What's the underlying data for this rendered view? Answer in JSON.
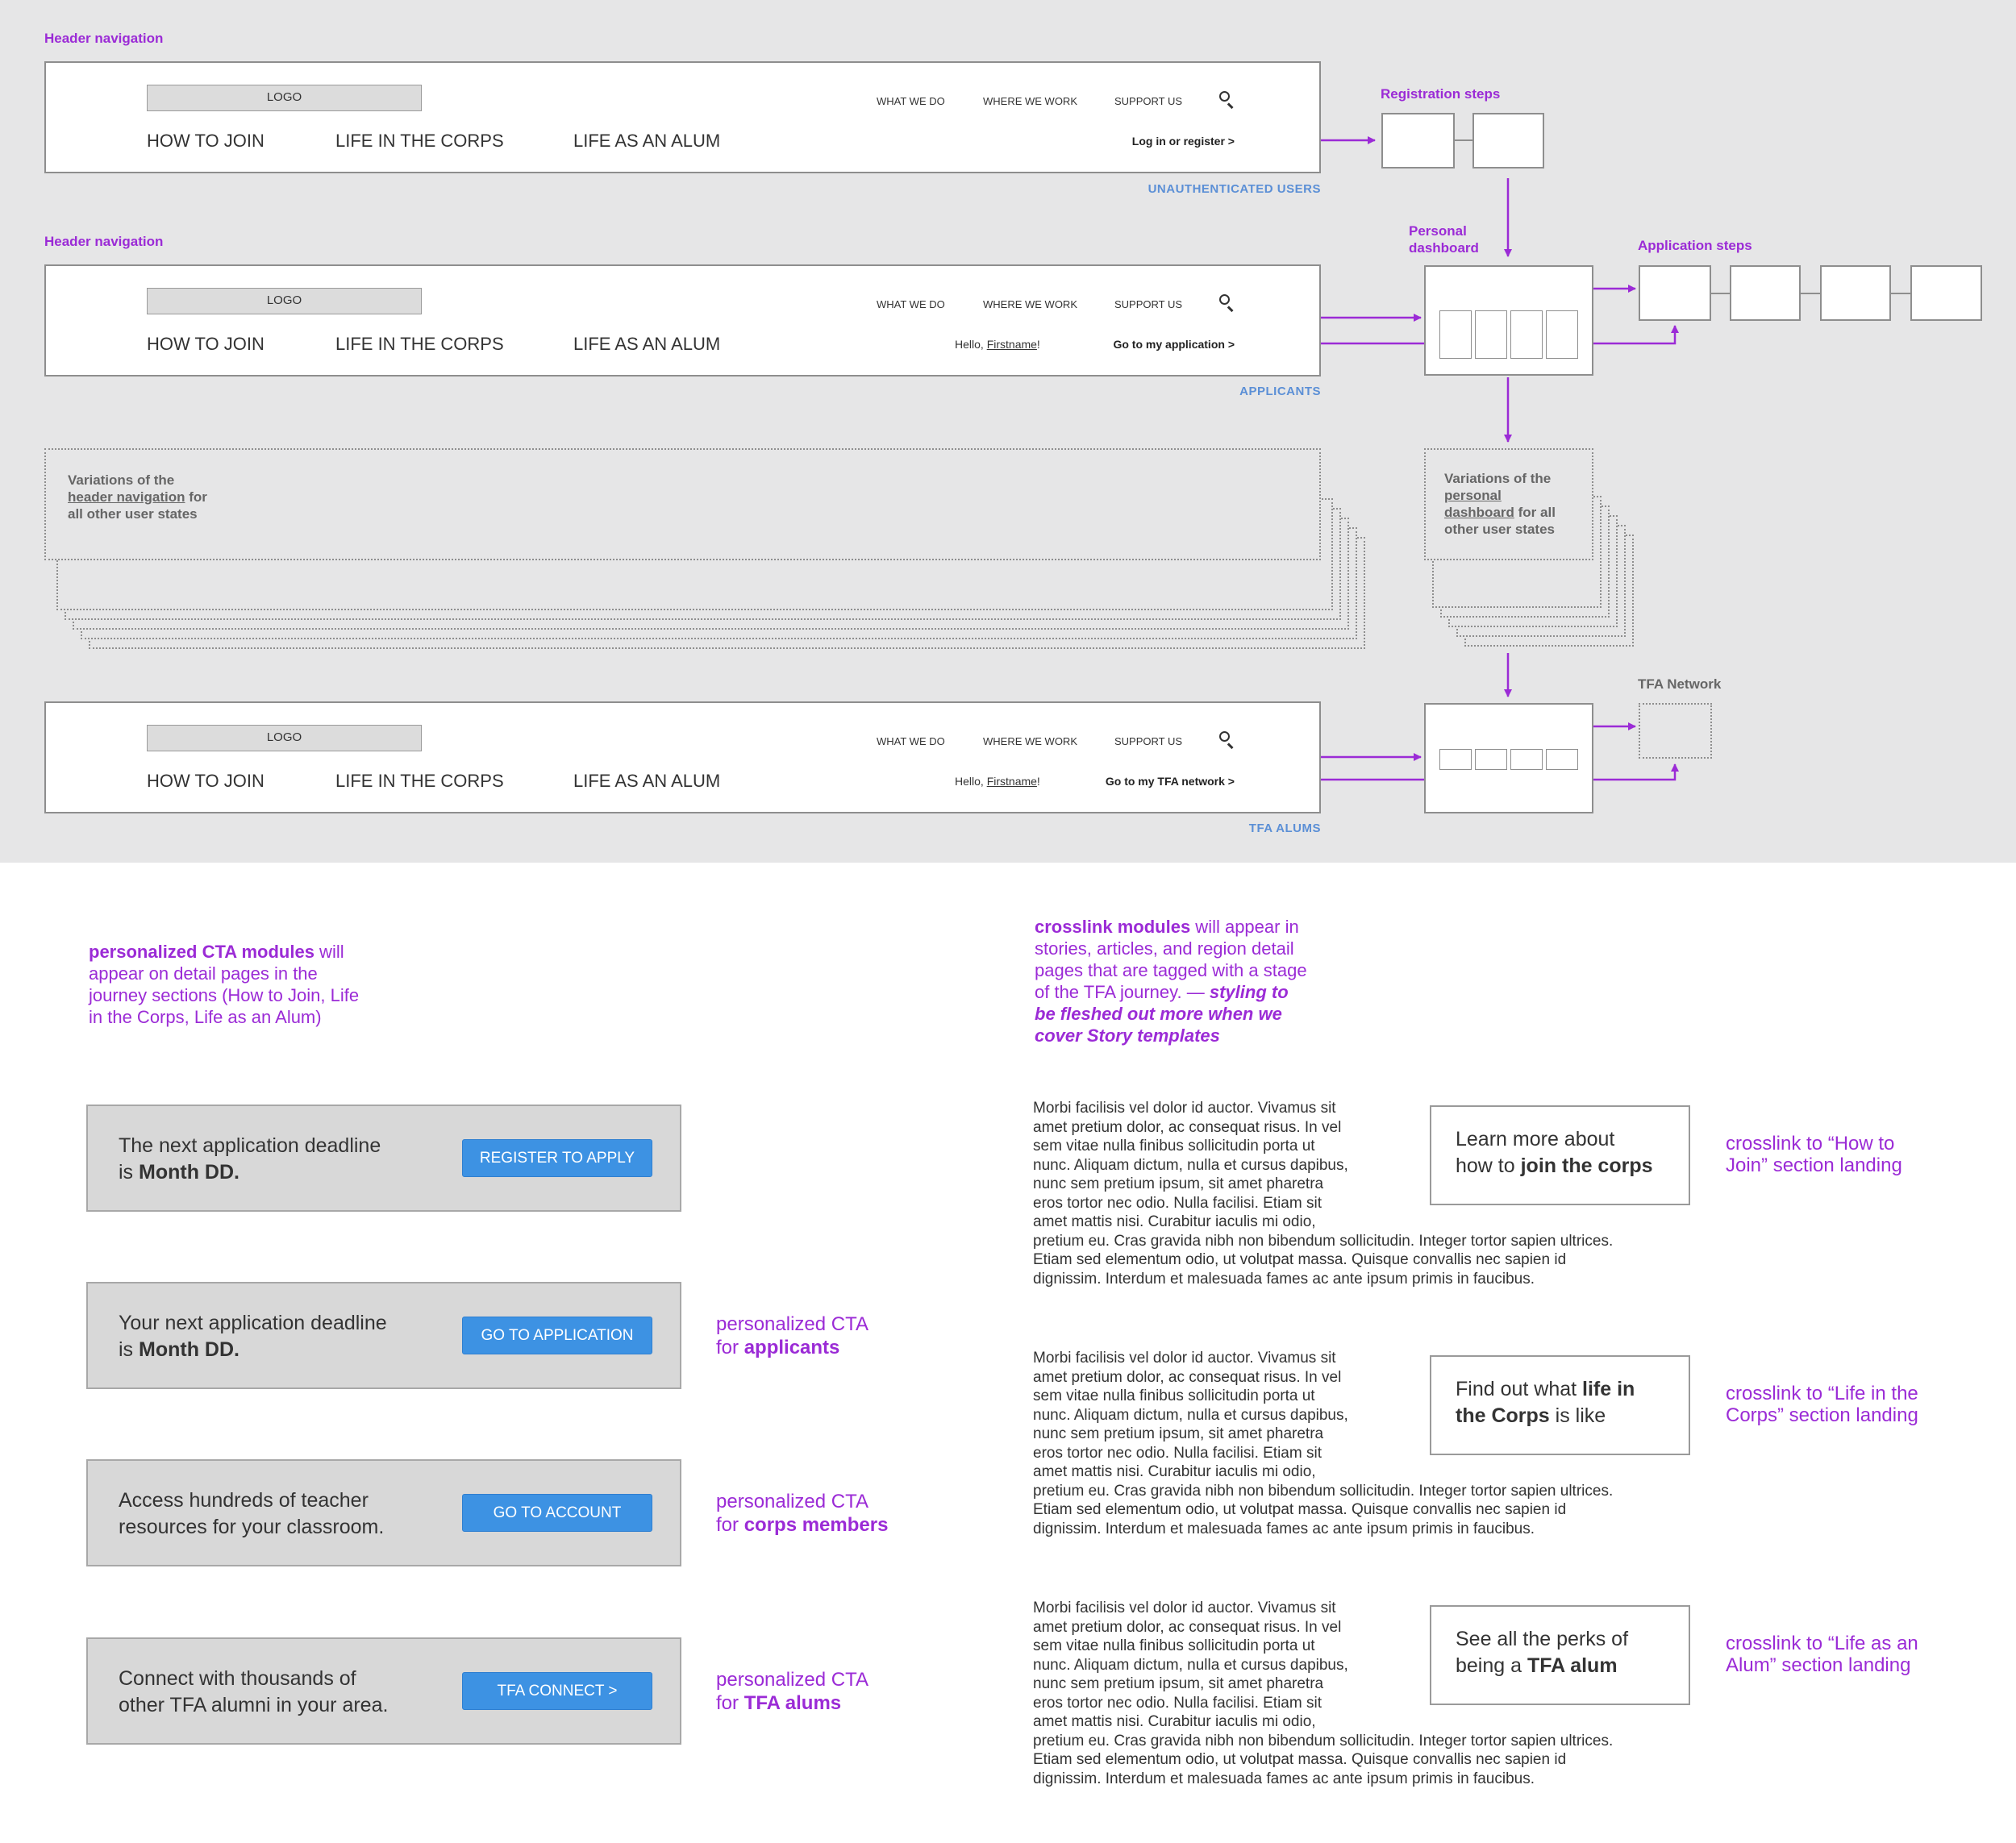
{
  "colors": {
    "accent": "#9b2bd6",
    "audience_blue": "#5b8fd6",
    "button_blue": "#3d92e3",
    "band_gray": "#e6e6e7"
  },
  "icons": {
    "search": "search-icon"
  },
  "headers": [
    {
      "section_label": "Header navigation",
      "logo": "LOGO",
      "util_nav": [
        "WHAT WE DO",
        "WHERE WE WORK",
        "SUPPORT US"
      ],
      "main_nav": [
        "HOW TO JOIN",
        "LIFE IN THE CORPS",
        "LIFE AS AN ALUM"
      ],
      "action": "Log in or register >",
      "audience": "UNAUTHENTICATED USERS"
    },
    {
      "section_label": "Header navigation",
      "logo": "LOGO",
      "util_nav": [
        "WHAT WE DO",
        "WHERE WE WORK",
        "SUPPORT US"
      ],
      "main_nav": [
        "HOW TO JOIN",
        "LIFE IN THE CORPS",
        "LIFE AS AN ALUM"
      ],
      "hello_prefix": "Hello, ",
      "hello_name": "Firstname",
      "hello_suffix": "!",
      "action": "Go to my application >",
      "audience": "APPLICANTS"
    },
    {
      "logo": "LOGO",
      "util_nav": [
        "WHAT WE DO",
        "WHERE WE WORK",
        "SUPPORT US"
      ],
      "main_nav": [
        "HOW TO JOIN",
        "LIFE IN THE CORPS",
        "LIFE AS AN ALUM"
      ],
      "hello_prefix": "Hello, ",
      "hello_name": "Firstname",
      "hello_suffix": "!",
      "action": "Go to my TFA network >",
      "audience": "TFA ALUMS"
    }
  ],
  "flow": {
    "registration_steps_label": "Registration steps",
    "personal_dashboard_label_1": "Personal",
    "personal_dashboard_label_2": "dashboard",
    "application_steps_label": "Application steps",
    "tfa_network_label": "TFA Network",
    "header_variations": {
      "line1": "Variations of the",
      "line2_link": "header navigation",
      "line2_rest": " for",
      "line3": "all other user states"
    },
    "dashboard_variations": {
      "line1": "Variations of the",
      "line2_link": "personal",
      "line3_link": "dashboard",
      "line3_rest": " for all",
      "line4": "other user states"
    }
  },
  "cta_note": {
    "bold": "personalized CTA modules",
    "line1_rest": " will",
    "line2": "appear on detail pages in the",
    "line3": "journey sections (How to Join, Life",
    "line4": "in the Corps, Life as an Alum)"
  },
  "crosslink_note": {
    "bold": "crosslink modules",
    "line1_rest": " will appear in",
    "line2": "stories, articles, and region detail",
    "line3": "pages that are tagged with a stage",
    "line4_plain": "of the TFA journey. — ",
    "line4_bi": "styling to",
    "line5_bi": "be fleshed out more when we",
    "line6_bi": "cover Story templates"
  },
  "ctas": [
    {
      "text_line1": "The next application deadline",
      "text_pre": "is ",
      "text_bold": "Month DD.",
      "button": "REGISTER TO APPLY"
    },
    {
      "text_line1": "Your next application deadline",
      "text_pre": "is ",
      "text_bold": "Month DD.",
      "button": "GO TO APPLICATION",
      "caption_line1": "personalized CTA",
      "caption_pre": "for ",
      "caption_bold": "applicants"
    },
    {
      "text_line1": "Access hundreds of teacher",
      "text_line2": "resources for your classroom.",
      "button": "GO TO ACCOUNT",
      "caption_line1": "personalized CTA",
      "caption_pre": "for ",
      "caption_bold": "corps members"
    },
    {
      "text_line1": "Connect with thousands of",
      "text_line2": "other TFA alumni in your area.",
      "button": "TFA CONNECT >",
      "caption_line1": "personalized CTA",
      "caption_pre": "for ",
      "caption_bold": "TFA alums"
    }
  ],
  "lorem_lines": [
    "Morbi facilisis vel dolor id auctor. Vivamus sit",
    "amet pretium dolor, ac consequat risus. In vel",
    "sem vitae nulla finibus sollicitudin porta ut",
    "nunc. Aliquam dictum, nulla et cursus dapibus,",
    "nunc sem pretium ipsum, sit amet pharetra",
    "eros tortor nec odio. Nulla facilisi. Etiam sit",
    "amet mattis nisi. Curabitur iaculis mi odio,",
    "pretium eu. Cras gravida nibh non bibendum sollicitudin. Integer tortor sapien ultrices.",
    "Etiam sed elementum odio, ut volutpat massa. Quisque convallis nec sapien id",
    "dignissim. Interdum et malesuada fames ac ante ipsum primis in faucibus."
  ],
  "crosslinks": [
    {
      "line1": "Learn more about",
      "line2_pre": "how to ",
      "line2_bold": "join the corps",
      "caption_line1": "crosslink to “How to",
      "caption_line2": "Join” section landing"
    },
    {
      "line1_pre": "Find out what ",
      "line1_bold": "life in",
      "line2_bold": "the Corps",
      "line2_rest": " is like",
      "caption_line1": "crosslink to “Life in the",
      "caption_line2": "Corps” section landing"
    },
    {
      "line1": "See all the perks of",
      "line2_pre": "being a ",
      "line2_bold": "TFA alum",
      "caption_line1": "crosslink to “Life as an",
      "caption_line2": "Alum” section landing"
    }
  ]
}
